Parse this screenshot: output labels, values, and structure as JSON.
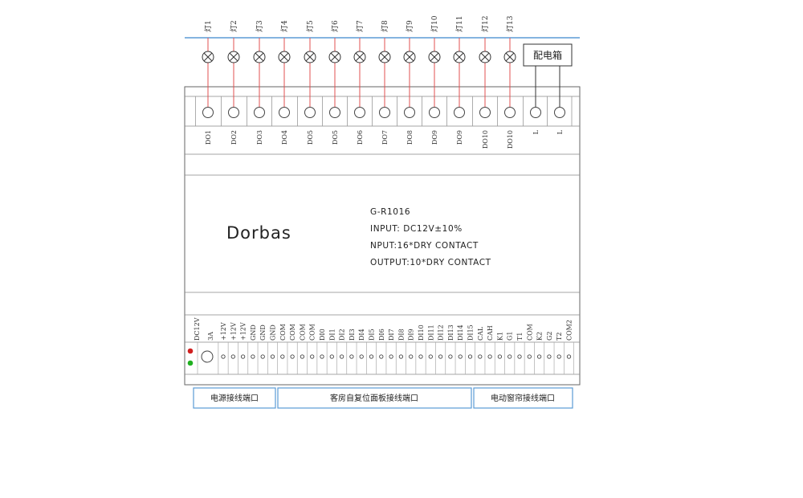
{
  "lamps": [
    "灯1",
    "灯2",
    "灯3",
    "灯4",
    "灯5",
    "灯6",
    "灯7",
    "灯8",
    "灯9",
    "灯10",
    "灯11",
    "灯12",
    "灯13"
  ],
  "distribution_box": "配电箱",
  "top_terminals": [
    "DO1",
    "DO2",
    "DO3",
    "DO4",
    "DO5",
    "DO5",
    "DO6",
    "DO7",
    "DO8",
    "DO9",
    "DO9",
    "DO10",
    "DO10",
    "L",
    "L"
  ],
  "module": {
    "brand": "Dorbas",
    "model": "G-R1016",
    "input": "INPUT:  DC12V±10%",
    "nput": "NPUT:16*DRY CONTACT",
    "output": "OUTPUT:10*DRY CONTACT"
  },
  "bottom_terminals": [
    "DC12V",
    "3A",
    "+12V",
    "+12V",
    "+12V",
    "GND",
    "GND",
    "GND",
    "COM",
    "COM",
    "COM",
    "COM",
    "DI0",
    "DI1",
    "DI2",
    "DI3",
    "DI4",
    "DI5",
    "DI6",
    "DI7",
    "DI8",
    "DI9",
    "DI10",
    "DI11",
    "DI12",
    "DI13",
    "DI14",
    "DI15",
    "CAL",
    "CAH",
    "K1",
    "G1",
    "T1",
    "COM",
    "K2",
    "G2",
    "T2",
    "COM2"
  ],
  "ports": [
    "电源接线端口",
    "客房自复位面板接线端口",
    "电动窗帘接线端口"
  ],
  "colors": {
    "bus": "#5b9bd5",
    "wire": "#e05050",
    "led_red": "#d02020",
    "led_green": "#20b020",
    "port_border": "#5b9bd5"
  }
}
